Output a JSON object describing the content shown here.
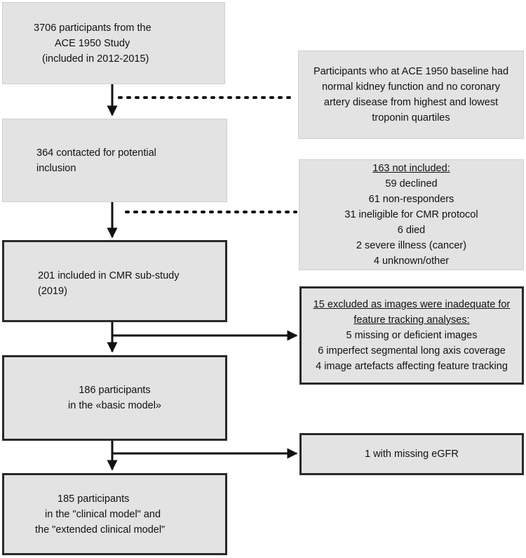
{
  "colors": {
    "box_fill": "#e3e3e3",
    "line": "#111111"
  },
  "boxes": {
    "ace_study": [
      "3706 participants from the",
      "ACE 1950 Study",
      "(included in 2012-2015)"
    ],
    "criteria": [
      "Participants who at ACE 1950 baseline had",
      "normal kidney function and no coronary",
      "artery disease from highest and lowest",
      "troponin quartiles"
    ],
    "contacted": [
      "364 contacted for potential",
      "inclusion"
    ],
    "not_included": {
      "title": "163 not included:",
      "lines": [
        "59 declined",
        "61 non-responders",
        "31 ineligible for CMR protocol",
        "6 died",
        "2 severe illness (cancer)",
        "4 unknown/other"
      ]
    },
    "cmr": [
      "201 included in CMR sub-study",
      "(2019)"
    ],
    "excluded": {
      "title": [
        "15 excluded as images were inadequate for",
        "feature tracking analyses:"
      ],
      "lines": [
        "5 missing or deficient images",
        "6 imperfect segmental long axis coverage",
        "4 image artefacts affecting feature tracking"
      ]
    },
    "basic": [
      "186 participants",
      "in the «basic model»"
    ],
    "missing": "1 with missing eGFR",
    "final": [
      "185 participants",
      "in the \"clinical model\" and",
      "the \"extended clinical model\""
    ]
  }
}
